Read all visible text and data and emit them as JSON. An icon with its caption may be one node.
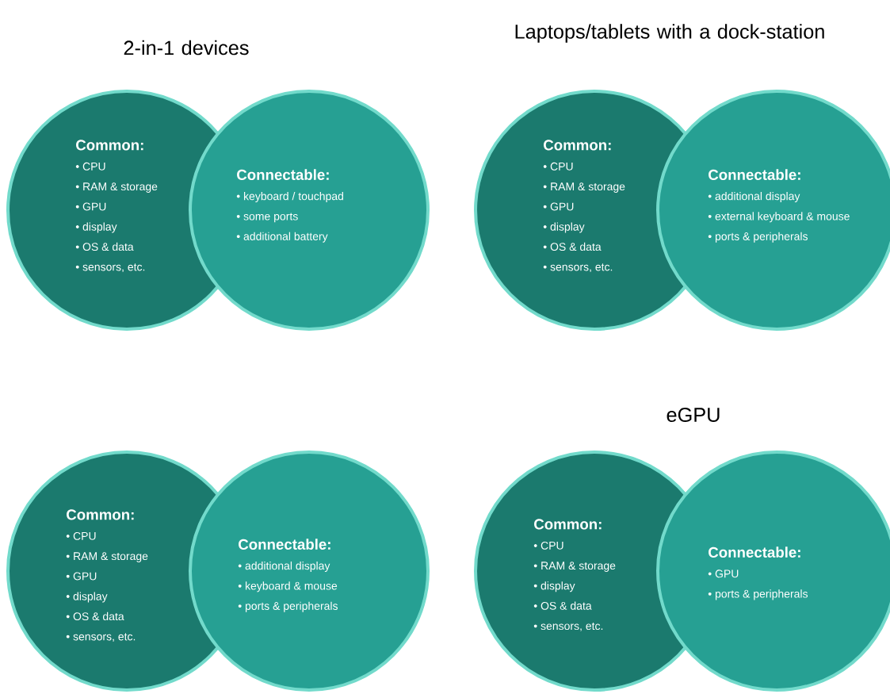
{
  "diagram": {
    "nodes": [
      {
        "text": [
          "Common:",
          "• CPU",
          "• RAM & storage",
          "• GPU",
          "• display",
          "• OS & data",
          "• sensors, etc."
        ]
      },
      {
        "text": [
          "Connectable:",
          "• keyboard / touchpad",
          "• some ports",
          "• additional battery"
        ]
      },
      {
        "text": [
          "Common:",
          "• CPU",
          "• RAM & storage",
          "• GPU",
          "• display",
          "• OS & data",
          "• sensors, etc."
        ]
      },
      {
        "text": [
          "Connectable:",
          "• additional display",
          "• external keyboard & mouse",
          "• ports & peripherals"
        ]
      },
      {
        "text": [
          "Common:",
          "• CPU",
          "• RAM & storage",
          "• GPU",
          "• display",
          "• OS & data",
          "• sensors, etc."
        ]
      },
      {
        "text": [
          "Connectable:",
          "• additional display",
          "• keyboard & mouse",
          "• ports & peripherals"
        ]
      },
      {
        "text": [
          "Common:",
          "• CPU",
          "• RAM & storage",
          "• display",
          "• OS & data",
          "• sensors, etc."
        ]
      },
      {
        "text": [
          "Connectable:",
          "• GPU",
          "• ports & peripherals"
        ]
      }
    ],
    "labels": [
      "2-in-1 devices",
      "Laptops/tablets with a dock-station",
      "eGPU"
    ]
  }
}
